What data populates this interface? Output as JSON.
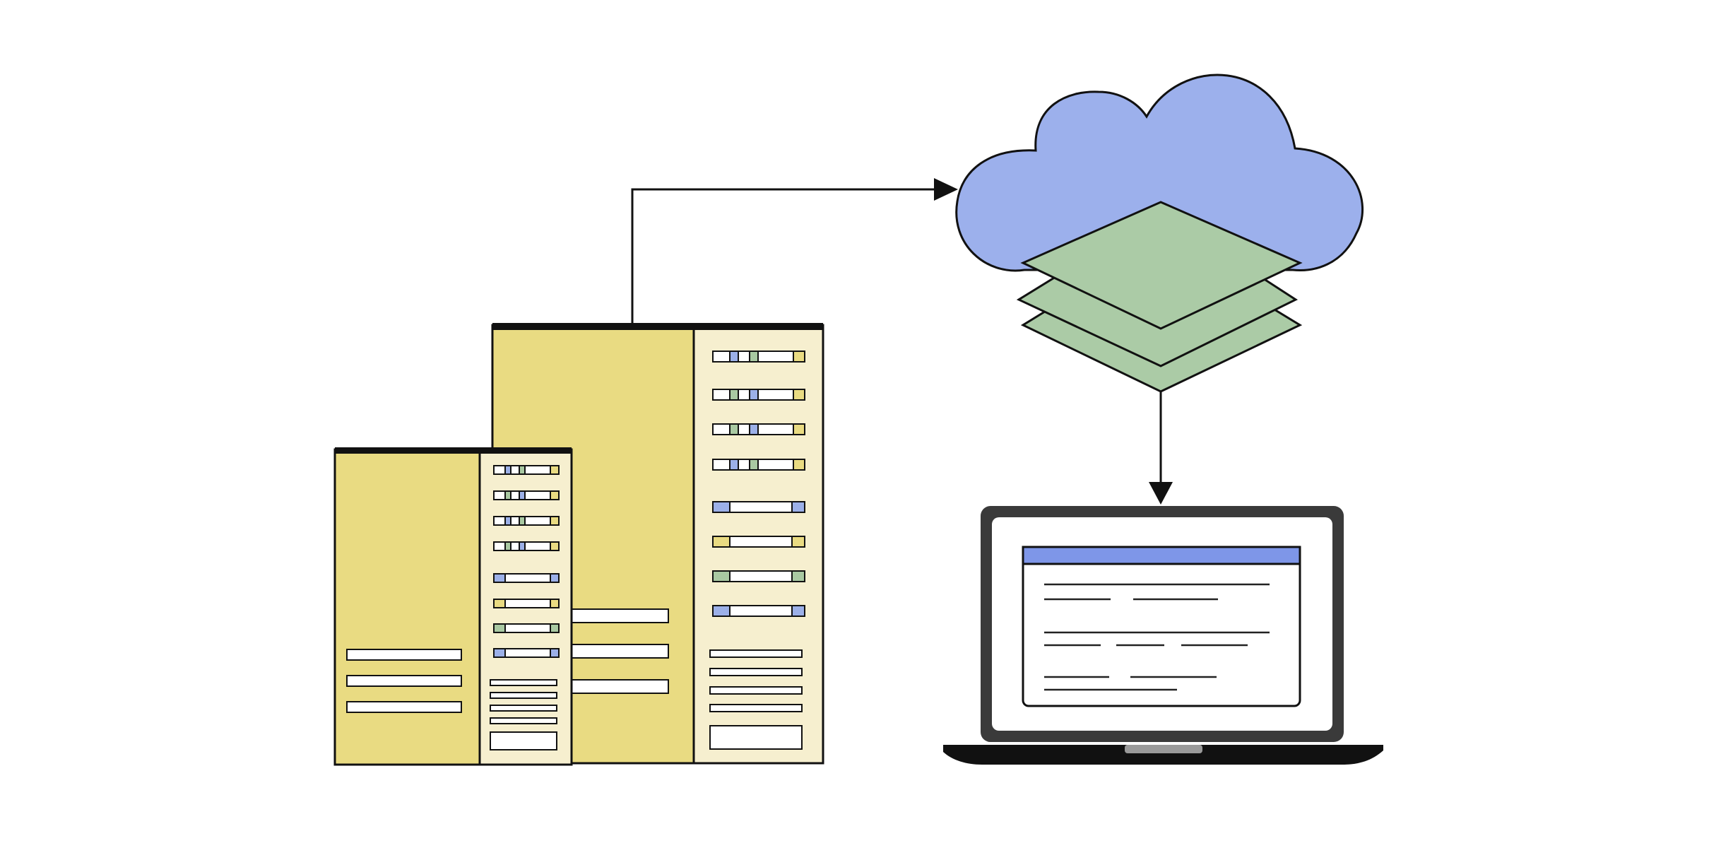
{
  "colors": {
    "background": "#ffffff",
    "outline": "#111111",
    "server_body": "#e9db82",
    "server_panel": "#f6efcf",
    "slot_fill": "#ffffff",
    "accent_blue": "#9cb0e8",
    "accent_green": "#a9c9a2",
    "accent_yellow": "#e9db82",
    "cloud": "#9cb0ec",
    "layers": "#abcba6",
    "laptop_bezel": "#3a3a3a",
    "laptop_screen": "#ffffff",
    "window_titlebar": "#7e96e8",
    "trackpad_notch": "#9a9a9a"
  },
  "icons": {
    "servers": "server-rack-icon",
    "cloud": "cloud-icon",
    "data_layers": "stacked-layers-icon",
    "client": "laptop-icon",
    "app_window": "browser-window-icon"
  },
  "flow": [
    {
      "from": "servers",
      "to": "cloud"
    },
    {
      "from": "cloud",
      "to": "client"
    }
  ]
}
